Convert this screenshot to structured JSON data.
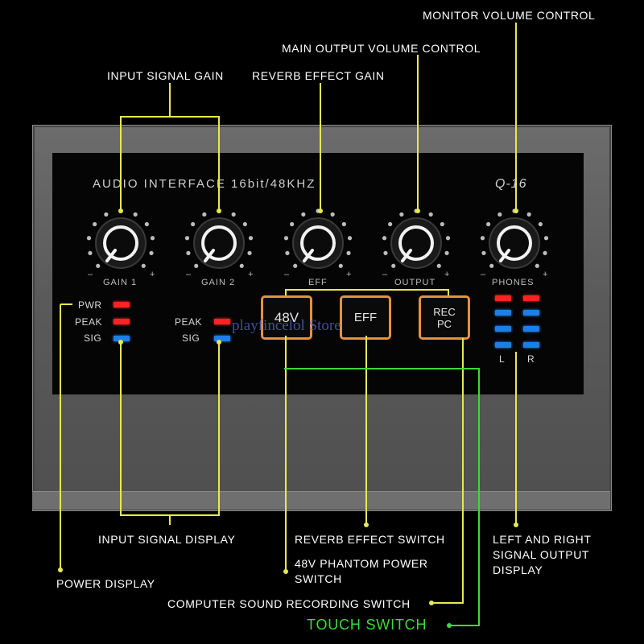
{
  "labels": {
    "monitor_volume": "MONITOR VOLUME CONTROL",
    "main_output": "MAIN OUTPUT VOLUME CONTROL",
    "input_gain": "INPUT SIGNAL GAIN",
    "reverb_gain": "REVERB EFFECT GAIN",
    "input_display": "INPUT SIGNAL DISPLAY",
    "reverb_switch": "REVERB EFFECT SWITCH",
    "left_right_1": "LEFT AND RIGHT",
    "left_right_2": "SIGNAL OUTPUT",
    "left_right_3": "DISPLAY",
    "phantom_1": "48V PHANTOM POWER",
    "phantom_2": "SWITCH",
    "power_display": "POWER DISPLAY",
    "recording_switch": "COMPUTER SOUND RECORDING SWITCH",
    "touch_switch": "TOUCH SWITCH"
  },
  "device": {
    "title": "AUDIO INTERFACE  16bit/48KHZ",
    "model": "Q-16",
    "knobs": [
      "GAIN 1",
      "GAIN 2",
      "EFF",
      "OUTPUT",
      "PHONES"
    ],
    "minus": "–",
    "plus": "+",
    "led_pwr": "PWR",
    "led_peak": "PEAK",
    "led_sig": "SIG",
    "switch_48v": "48V",
    "switch_eff": "EFF",
    "switch_rec_1": "REC",
    "switch_rec_2": "PC",
    "left": "L",
    "right": "R"
  },
  "watermark": "playfincelol Store",
  "colors": {
    "callout_line": "#e8e850",
    "touch_line": "#3cd93c",
    "switch_border": "#e4923e",
    "led_red": "#ff2222",
    "led_blue": "#1d7fe6"
  }
}
